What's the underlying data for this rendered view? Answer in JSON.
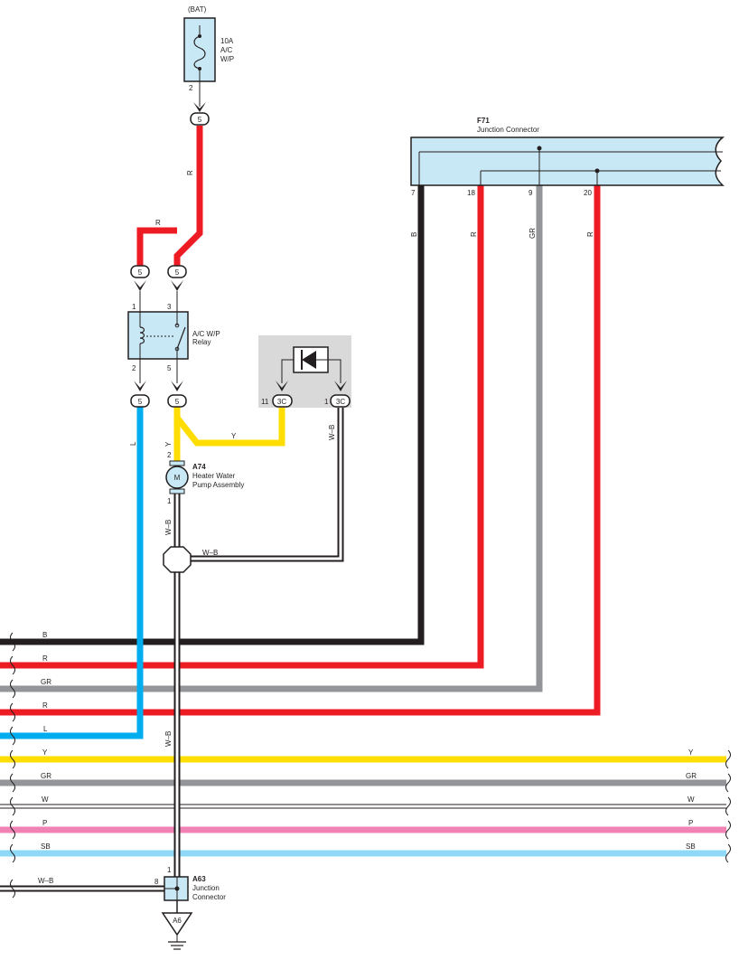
{
  "colors": {
    "red": "#ed1c24",
    "black": "#231f20",
    "gray": "#939598",
    "blue": "#00aeef",
    "yellow": "#ffdd00",
    "pink": "#f082b4",
    "skyblue": "#8ed8f8",
    "component_fill": "#c9e8f5",
    "diode_box": "#d9d9d9"
  },
  "fuse": {
    "source": "(BAT)",
    "rating": "10A",
    "name_line1": "A/C",
    "name_line2": "W/P",
    "pin": "2",
    "connector": "5"
  },
  "junction_f71": {
    "code": "F71",
    "name": "Junction Connector",
    "pins": [
      "7",
      "18",
      "9",
      "20"
    ],
    "wire_colors": [
      "B",
      "R",
      "GR",
      "R"
    ]
  },
  "relay": {
    "name_line1": "A/C W/P",
    "name_line2": "Relay",
    "pins": [
      "1",
      "3",
      "2",
      "5"
    ],
    "connector": "5"
  },
  "diode": {
    "pin_left": "11",
    "pin_right": "1",
    "connector": "3C"
  },
  "pump": {
    "code": "A74",
    "name_line1": "Heater Water",
    "name_line2": "Pump Assembly",
    "symbol": "M",
    "pin_top": "2",
    "pin_bottom": "1"
  },
  "junction_a63": {
    "code": "A63",
    "name_line1": "Junction",
    "name_line2": "Connector",
    "pin_top": "1",
    "pin_left": "8"
  },
  "ground": {
    "code": "A6"
  },
  "wire_labels": {
    "fuse_relay": "R",
    "relay_jumper": "R",
    "relay_coil": "L",
    "relay_out": "Y",
    "to_diode": "Y",
    "diode_return": "W–B",
    "pump_ground": "W–B",
    "splice_branch": "W–B",
    "bus_drop": "W–B",
    "ground_in": "W–B"
  },
  "bus": {
    "left_labels": [
      "B",
      "R",
      "GR",
      "R",
      "L",
      "Y",
      "GR",
      "W",
      "P",
      "SB"
    ],
    "right_labels": [
      "Y",
      "GR",
      "W",
      "P",
      "SB"
    ]
  }
}
